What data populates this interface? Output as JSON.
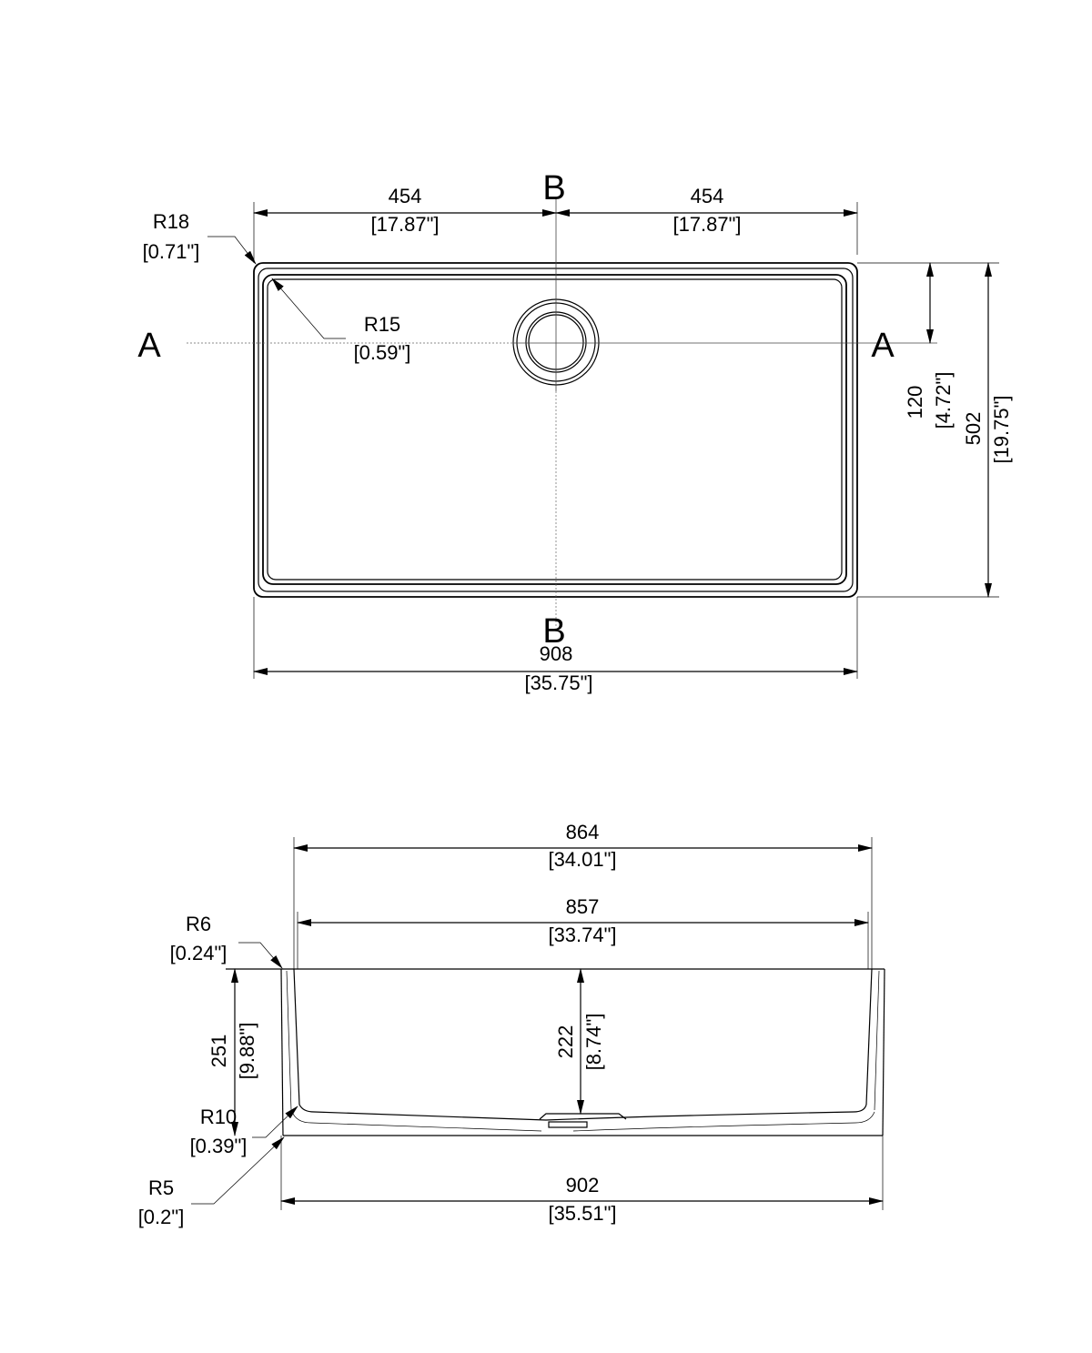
{
  "top_view": {
    "section_label_b_top": "B",
    "section_label_b_bottom": "B",
    "section_label_a_left": "A",
    "section_label_a_right": "A",
    "dim_left_half": {
      "value": "454",
      "inch": "[17.87\"]"
    },
    "dim_right_half": {
      "value": "454",
      "inch": "[17.87\"]"
    },
    "dim_outer_radius": {
      "value": "R18",
      "inch": "[0.71\"]"
    },
    "dim_inner_radius": {
      "value": "R15",
      "inch": "[0.59\"]"
    },
    "dim_drain_offset": {
      "value": "120",
      "inch": "[4.72\"]"
    },
    "dim_overall_depth": {
      "value": "502",
      "inch": "[19.75\"]"
    },
    "dim_overall_width": {
      "value": "908",
      "inch": "[35.75\"]"
    }
  },
  "front_view": {
    "dim_top_width": {
      "value": "864",
      "inch": "[34.01\"]"
    },
    "dim_inner_width": {
      "value": "857",
      "inch": "[33.74\"]"
    },
    "dim_corner_radius_r6": {
      "value": "R6",
      "inch": "[0.24\"]"
    },
    "dim_outer_height": {
      "value": "251",
      "inch": "[9.88\"]"
    },
    "dim_bowl_depth": {
      "value": "222",
      "inch": "[8.74\"]"
    },
    "dim_bottom_radius_r10": {
      "value": "R10",
      "inch": "[0.39\"]"
    },
    "dim_base_radius_r5": {
      "value": "R5",
      "inch": "[0.2\"]"
    },
    "dim_base_width": {
      "value": "902",
      "inch": "[35.51\"]"
    }
  }
}
